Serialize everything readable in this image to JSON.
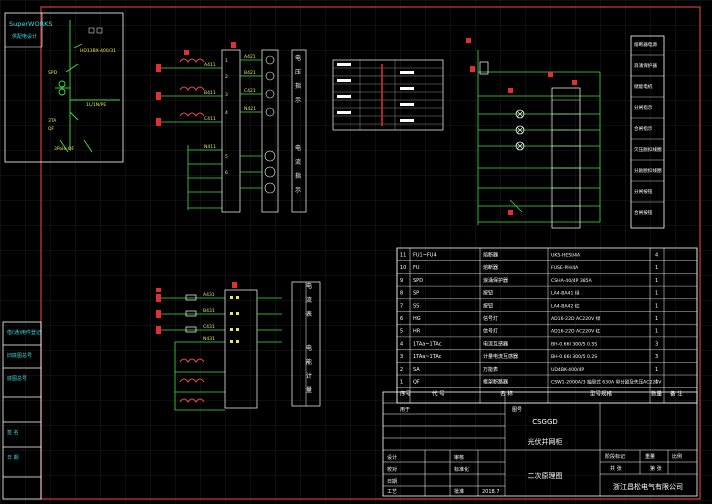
{
  "logo": {
    "name": "SuperWORKS",
    "sub": "供配电设计"
  },
  "left_tabs": [
    {
      "label": "借(通)用件登记"
    },
    {
      "label": "旧底图总号"
    },
    {
      "label": "底图总号"
    },
    {
      "label": "签  名"
    },
    {
      "label": "日  期"
    }
  ],
  "parts_table": {
    "rows": [
      {
        "no": "11",
        "code": "FU1~FU4",
        "name": "熔断器",
        "spec": "UK5-HESI/4A",
        "qty": "4"
      },
      {
        "no": "10",
        "code": "FU",
        "name": "熔断器",
        "spec": "FUSE-PH/4A",
        "qty": "1"
      },
      {
        "no": "9",
        "code": "SPD",
        "name": "浪涌保护器",
        "spec": "CSHA-40/4P 385A",
        "qty": "1"
      },
      {
        "no": "8",
        "code": "SP",
        "name": "按钮",
        "spec": "LA4-BA41 绿",
        "qty": "1"
      },
      {
        "no": "7",
        "code": "SS",
        "name": "按钮",
        "spec": "LA4-BA42 红",
        "qty": "1"
      },
      {
        "no": "6",
        "code": "HG",
        "name": "信号灯",
        "spec": "AD16-22D AC220V 绿",
        "qty": "1"
      },
      {
        "no": "5",
        "code": "HR",
        "name": "信号灯",
        "spec": "AD16-22D AC220V 红",
        "qty": "1"
      },
      {
        "no": "4",
        "code": "1TAa~1TAc",
        "name": "电流互感器",
        "spec": "BH-0.66I 300/5 0.5S",
        "qty": "3"
      },
      {
        "no": "3",
        "code": "1TAa~1TAc",
        "name": "计量电流互感器",
        "spec": "BH-0.66I 300/5 0.2S",
        "qty": "3"
      },
      {
        "no": "2",
        "code": "SA",
        "name": "万能表",
        "spec": "UD4BK-400/4P",
        "qty": "1"
      },
      {
        "no": "1",
        "code": "QF",
        "name": "框架断路器",
        "spec": "CSW1-2000A/3 抽屉式 630A 带分励及失压AC220V",
        "qty": "1"
      }
    ],
    "header": {
      "no": "序号",
      "code": "代  号",
      "name": "名  称",
      "spec": "型号规格",
      "qty": "数量",
      "remark": "备  注"
    }
  },
  "title_block": {
    "project_code": "CSGGD",
    "cabinet_name": "光伏并网柜",
    "drawing_name": "二次原理图",
    "company": "浙江昌松电气有限公司",
    "labels": {
      "used_in": "用于",
      "drawing_no": "图号",
      "stage": "阶段标记",
      "weight": "重量",
      "scale": "比例",
      "total": "共  张",
      "sheet": "第  张",
      "design": "设计",
      "check": "校对",
      "review": "审核",
      "process": "工艺",
      "approve": "批准",
      "std": "标准化",
      "date_label": "日期"
    },
    "date": "2018.7"
  },
  "right_function_labels": [
    "熔断器电源",
    "浪涌保护器",
    "储能电机",
    "分闸指示",
    "合闸指示",
    "欠压脱扣线圈",
    "分励脱扣线圈",
    "分闸按钮",
    "合闸按钮"
  ],
  "meter_labels": [
    {
      "label": "电压指示"
    },
    {
      "label": "电流指示"
    },
    {
      "label": "电流表"
    },
    {
      "label": "电能计量"
    }
  ],
  "terminal_labels": {
    "top_left": [
      "A411",
      "B411",
      "C411",
      "N411"
    ],
    "mid_left": [
      "A421",
      "B421",
      "C421",
      "N421"
    ],
    "lower_left": [
      "A431",
      "B431",
      "C431",
      "N431"
    ],
    "left_numbers": [
      "1",
      "2",
      "3",
      "4",
      "5",
      "6"
    ]
  },
  "one_line": {
    "breaker_label": "3Pole-QF",
    "ct_label": "3TA",
    "spd_label": "SPD",
    "ratio_label": "1L/1N/PE",
    "qf_label": "QF",
    "switch_label": "HD13BX-400/31"
  }
}
